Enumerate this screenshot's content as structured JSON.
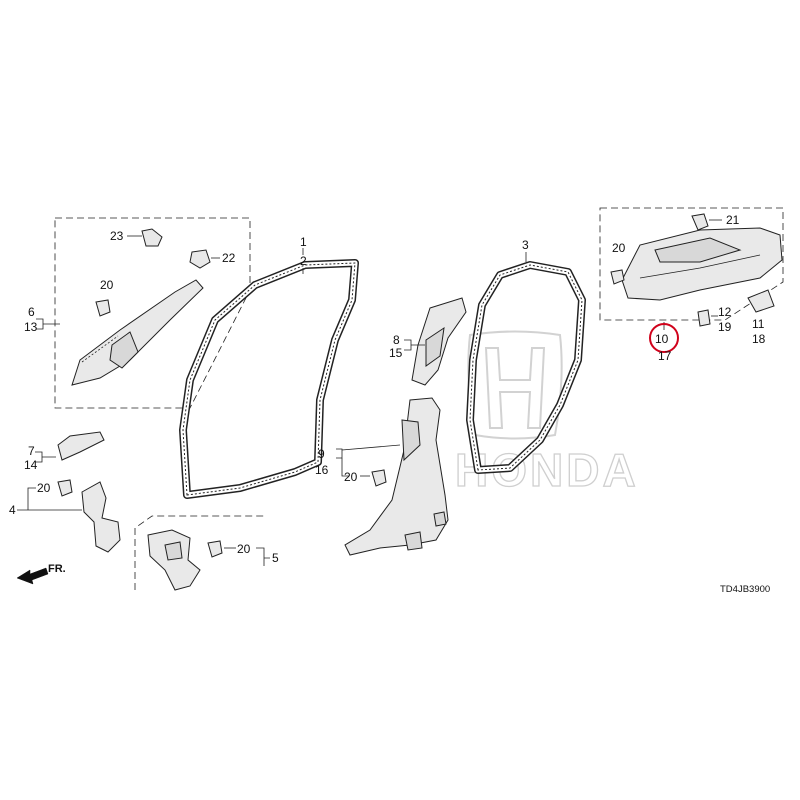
{
  "diagram_code": "TD4JB3900",
  "direction_label": "FR.",
  "watermark_text": "HONDA",
  "highlight_color": "#d0021b",
  "callouts": {
    "p1": "1",
    "p2": "2",
    "p3": "3",
    "p4": "4",
    "p5": "5",
    "p6": "6",
    "p7": "7",
    "p8": "8",
    "p9": "9",
    "p10": "10",
    "p11": "11",
    "p12": "12",
    "p13": "13",
    "p14": "14",
    "p15": "15",
    "p16": "16",
    "p17": "17",
    "p18": "18",
    "p19": "19",
    "p20a": "20",
    "p20b": "20",
    "p20c": "20",
    "p20d": "20",
    "p20e": "20",
    "p21": "21",
    "p22": "22",
    "p23": "23"
  }
}
